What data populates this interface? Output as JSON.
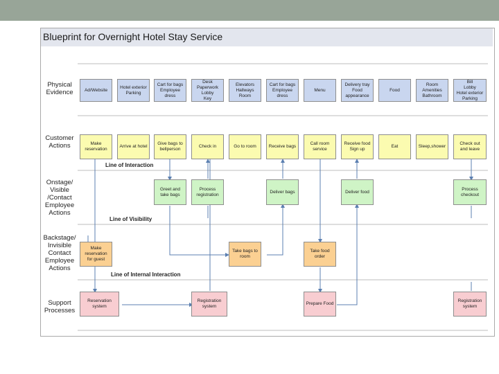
{
  "title": "Blueprint for Overnight Hotel Stay Service",
  "rows": {
    "physical": "Physical\nEvidence",
    "customer": "Customer\nActions",
    "onstage": "Onstage/\nVisible\n/Contact\nEmployee\nActions",
    "backstage": "Backstage/\nInvisible\nContact\nEmployee\nActions",
    "support": "Support\nProcesses"
  },
  "lines": {
    "interaction": "Line of Interaction",
    "visibility": "Line of Visibility",
    "internal": "Line of Internal Interaction"
  },
  "physical": [
    "Ad/Website",
    "Hotel exterior\nParking",
    "Cart for bags\nEmployee\ndress",
    "Desk\nPaperwork\nLobby\nKey",
    "Elevators\nHallways\nRoom",
    "Cart for bags\nEmployee\ndress",
    "Menu",
    "Delivery tray\nFood\nappearance",
    "Food",
    "Room\nAmenities\nBathroom",
    "Bill\nLobby\nHotel exterior\nParking"
  ],
  "customer": [
    "Make\nreservation",
    "Arrive at hotel",
    "Give bags to\nbellperson",
    "Check in",
    "Go to room",
    "Receive bags",
    "Call room\nservice",
    "Receive food\nSign up",
    "Eat",
    "Sleep,shower",
    "Check out\nand leave"
  ],
  "onstage": [
    "Greet and\ntake bags",
    "Process\nregistration",
    "Deliver bags",
    "Deliver food",
    "Process\ncheckout"
  ],
  "backstage": [
    "Make\nreservation\nfor guest",
    "Take bags to\nroom",
    "Take food\norder"
  ],
  "support": [
    "Reservation\nsystem",
    "Registration\nsystem",
    "Prepare Food",
    "Registration\nsystem"
  ]
}
